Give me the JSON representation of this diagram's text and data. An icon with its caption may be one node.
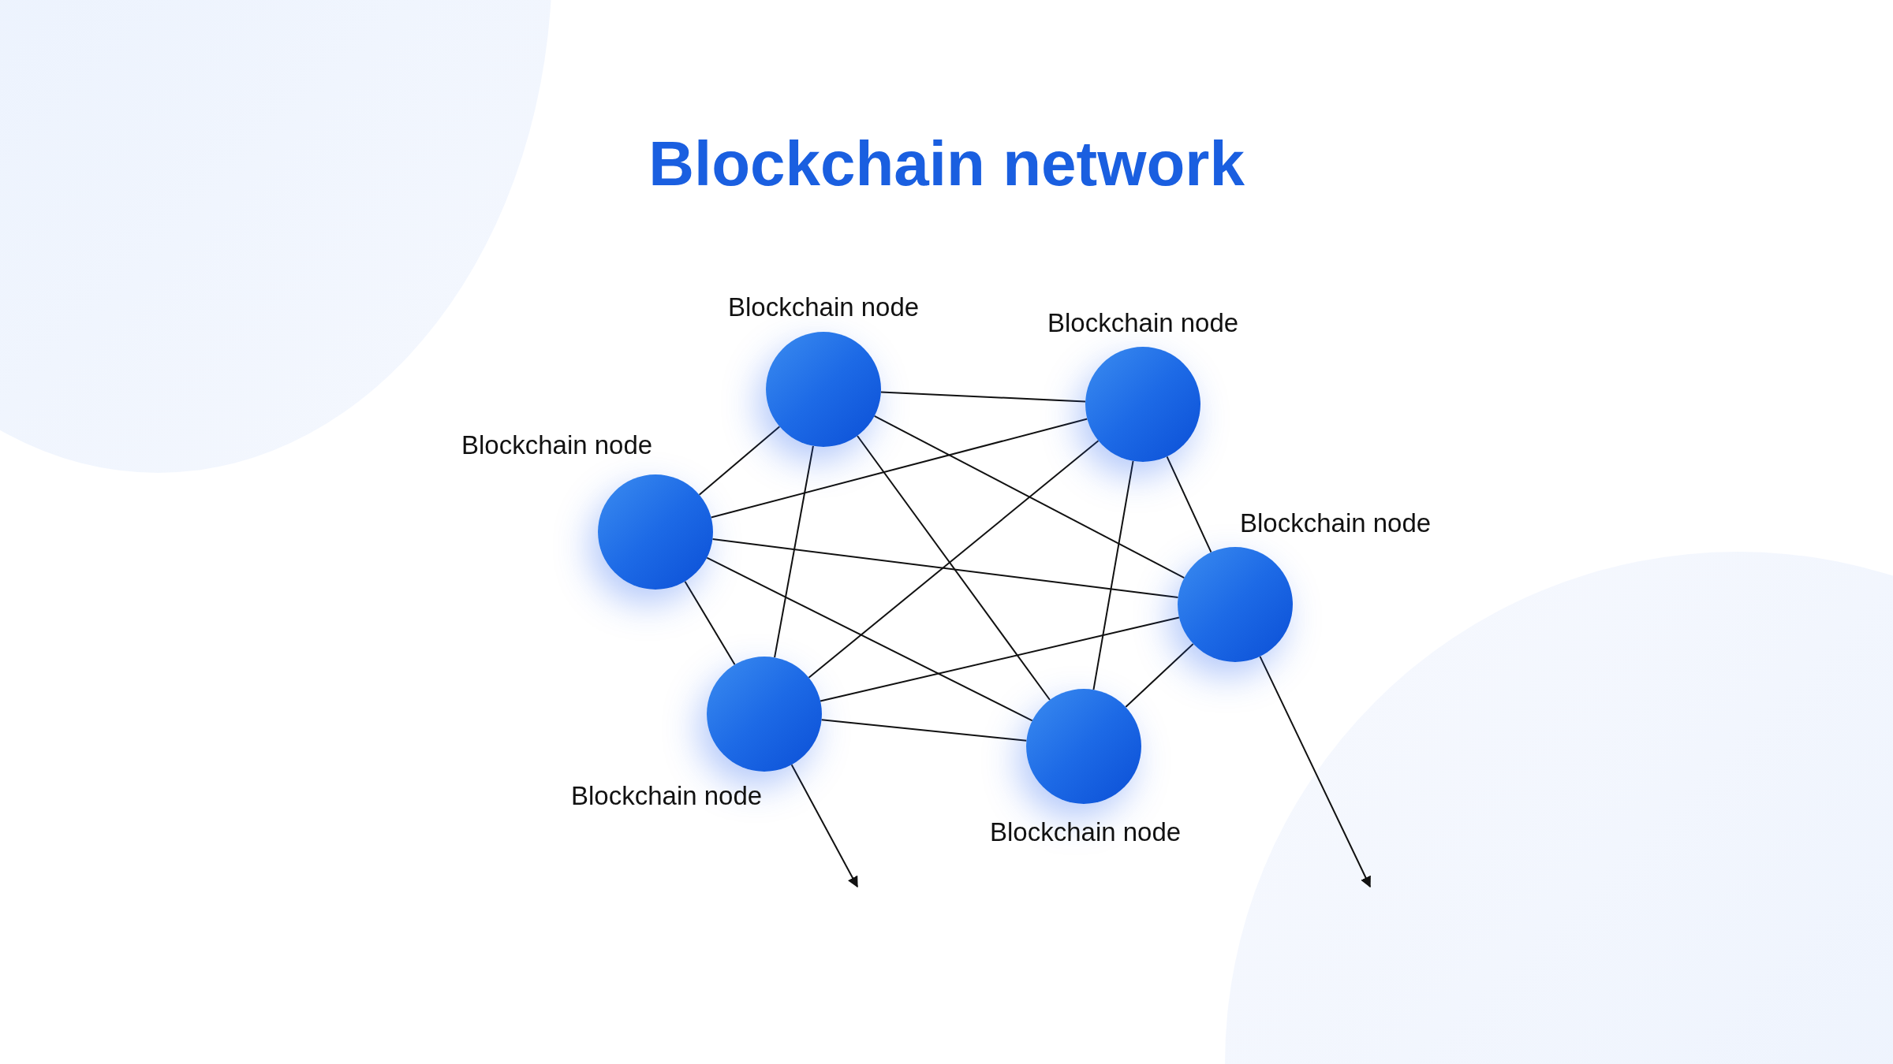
{
  "diagram": {
    "title": "Blockchain network",
    "nodes": [
      {
        "text": [
          "Blockchain node"
        ]
      },
      {
        "text": [
          "Blockchain node"
        ]
      },
      {
        "text": [
          "Blockchain node"
        ]
      },
      {
        "text": [
          "Blockchain node"
        ]
      },
      {
        "text": [
          "Blockchain node"
        ]
      },
      {
        "text": [
          "Blockchain node"
        ]
      }
    ],
    "edges": [
      {
        "from": 0,
        "to": 1,
        "arrow": "none"
      },
      {
        "from": 0,
        "to": 2,
        "arrow": "none"
      },
      {
        "from": 0,
        "to": 3,
        "arrow": "none"
      },
      {
        "from": 0,
        "to": 4,
        "arrow": "none"
      },
      {
        "from": 0,
        "to": 5,
        "arrow": "none"
      },
      {
        "from": 1,
        "to": 2,
        "arrow": "none"
      },
      {
        "from": 1,
        "to": 3,
        "arrow": "none"
      },
      {
        "from": 1,
        "to": 4,
        "arrow": "none"
      },
      {
        "from": 1,
        "to": 5,
        "arrow": "none"
      },
      {
        "from": 2,
        "to": 3,
        "arrow": "none"
      },
      {
        "from": 2,
        "to": 4,
        "arrow": "none"
      },
      {
        "from": 2,
        "to": 5,
        "arrow": "none"
      },
      {
        "from": 3,
        "to": 4,
        "arrow": "none"
      },
      {
        "from": 3,
        "to": 5,
        "arrow": "none"
      },
      {
        "from": 4,
        "to": 5,
        "arrow": "none"
      },
      {
        "from": 4,
        "to": null,
        "arrow": "to"
      },
      {
        "from": 3,
        "to": null,
        "arrow": "to"
      }
    ]
  }
}
